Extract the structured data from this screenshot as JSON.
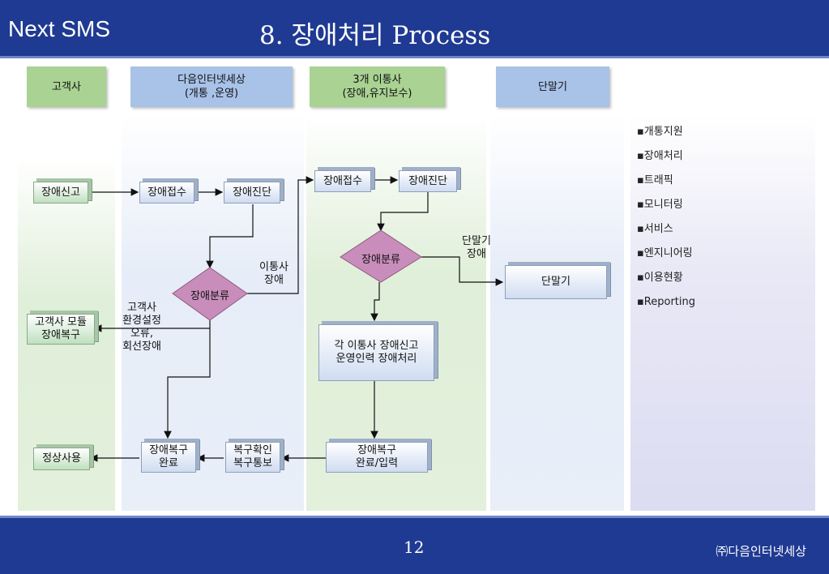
{
  "header": {
    "brand": "Next SMS",
    "title": "8. 장애처리 Process"
  },
  "footer": {
    "page": "12",
    "company": "㈜다음인터넷세상"
  },
  "columns": [
    {
      "label": "고객사"
    },
    {
      "label_line1": "다음인터넷세상",
      "label_line2": "(개통 ,운영)"
    },
    {
      "label_line1": "3개 이통사",
      "label_line2": "(장애,유지보수)"
    },
    {
      "label": "단말기"
    }
  ],
  "boxes": {
    "report": "장애신고",
    "receive1": "장애접수",
    "diagnose1": "장애진단",
    "classify1": "장애분류",
    "recover_module_1": "고객사 모듈",
    "recover_module_2": "장애복구",
    "receive2": "장애접수",
    "diagnose2": "장애진단",
    "classify2": "장애분류",
    "carrier_handle_1": "각 이통사 장애신고",
    "carrier_handle_2": "운영인력 장애처리",
    "device": "단말기",
    "normal_use": "정상사용",
    "recover_done_1": "장애복구",
    "recover_done_2": "완료",
    "confirm_1": "복구확인",
    "confirm_2": "복구통보",
    "carrier_done_1": "장애복구",
    "carrier_done_2": "완료/입력"
  },
  "labels": {
    "carrier_fault_1": "이통사",
    "carrier_fault_2": "장애",
    "client_fault_1": "고객사",
    "client_fault_2": "환경설정",
    "client_fault_3": "오류,",
    "client_fault_4": "회선장애",
    "device_fault_1": "단말기",
    "device_fault_2": "장애"
  },
  "menu": [
    "▪개통지원",
    "▪장애처리",
    "▪트래픽",
    "▪모니터링",
    "▪서비스",
    "▪엔지니어링",
    "▪이용현황",
    "▪Reporting"
  ],
  "colors": {
    "bar": "#1f3a92",
    "col_green": "#e3f0dc",
    "col_blue": "#e9eff9",
    "col_purple": "#dcdcf2",
    "hdr_green": "#a9d293",
    "hdr_blue": "#a8c2e8",
    "diamond": "#c98dbb"
  }
}
